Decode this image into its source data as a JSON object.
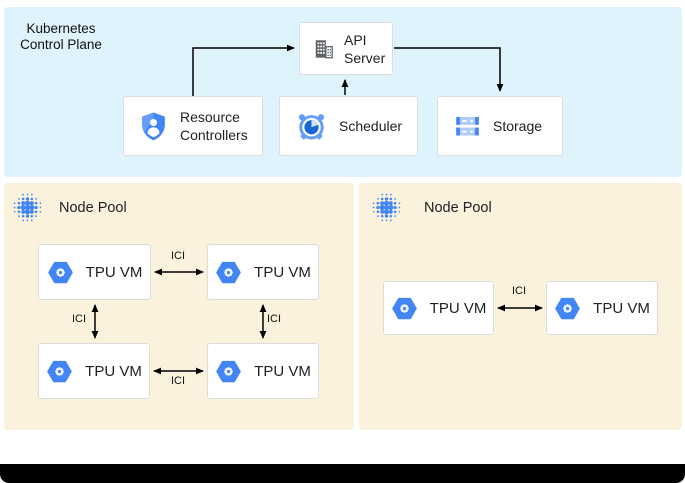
{
  "title": {
    "line1": "Kubernetes",
    "line2": "Control Plane"
  },
  "control_plane": {
    "api_server": {
      "label": "API Server",
      "icon": "building-icon"
    },
    "resource_controllers": {
      "label": "Resource Controllers",
      "icon": "shield-user-icon"
    },
    "scheduler": {
      "label": "Scheduler",
      "icon": "alarm-clock-icon"
    },
    "storage": {
      "label": "Storage",
      "icon": "storage-stack-icon"
    }
  },
  "pools": [
    {
      "label": "Node Pool",
      "icon": "node-pool-dots-icon",
      "vms": [
        {
          "label": "TPU VM",
          "icon": "tpu-hexagon-icon"
        },
        {
          "label": "TPU VM",
          "icon": "tpu-hexagon-icon"
        },
        {
          "label": "TPU VM",
          "icon": "tpu-hexagon-icon"
        },
        {
          "label": "TPU VM",
          "icon": "tpu-hexagon-icon"
        }
      ],
      "links": [
        {
          "label": "ICI"
        },
        {
          "label": "ICI"
        },
        {
          "label": "ICI"
        },
        {
          "label": "ICI"
        }
      ]
    },
    {
      "label": "Node Pool",
      "icon": "node-pool-dots-icon",
      "vms": [
        {
          "label": "TPU VM",
          "icon": "tpu-hexagon-icon"
        },
        {
          "label": "TPU VM",
          "icon": "tpu-hexagon-icon"
        }
      ],
      "links": [
        {
          "label": "ICI"
        }
      ]
    }
  ],
  "colors": {
    "control_plane_bg": "#dff3fc",
    "node_pool_bg": "#faf2dc",
    "google_blue": "#4285f4",
    "blue_medium": "#669df6",
    "blue_dark": "#1967d2",
    "blue_light": "#aecbfa",
    "wedge_light": "#d2e3fc",
    "icon_gray": "#5f6368",
    "box_border": "#dcdcdc",
    "arrow": "#000000",
    "bottom_bar": "#000000"
  }
}
